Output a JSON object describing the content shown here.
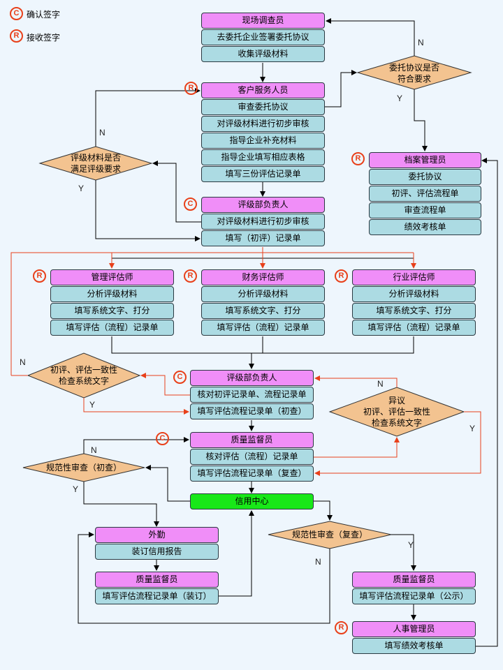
{
  "legend": [
    {
      "symbol": "C",
      "icon": "copyright-circle-icon",
      "label": "确认签字"
    },
    {
      "symbol": "R",
      "icon": "registered-circle-icon",
      "label": "接收签字"
    }
  ],
  "colors": {
    "background": "#eef6fd",
    "role_header": "#f08ef8",
    "step": "#acdbe3",
    "credit_center": "#18e818",
    "decision": "#f3c390",
    "line_black": "#000000",
    "line_red": "#e8401a"
  },
  "nodes": {
    "field_investigator": {
      "title": "现场调查员",
      "steps": [
        "去委托企业签署委托协议",
        "收集评级材料"
      ]
    },
    "customer_service": {
      "title": "客户服务人员",
      "mark": "R",
      "steps": [
        "审查委托协议",
        "对评级材料进行初步审核",
        "指导企业补充材料",
        "指导企业填写相应表格",
        "填写三份评估记录单"
      ]
    },
    "archive_manager": {
      "title": "档案管理员",
      "mark": "R",
      "steps": [
        "委托协议",
        "初评、评估流程单",
        "审查流程单",
        "绩效考核单"
      ]
    },
    "rating_head_1": {
      "title": "评级部负责人",
      "mark": "C",
      "steps": [
        "对评级材料进行初步审核",
        "填写（初评）记录单"
      ]
    },
    "mgmt_assessor": {
      "title": "管理评估师",
      "mark": "R",
      "steps": [
        "分析评级材料",
        "填写系统文字、打分",
        "填写评估（流程）记录单"
      ]
    },
    "finance_assessor": {
      "title": "财务评估师",
      "mark": "R",
      "steps": [
        "分析评级材料",
        "填写系统文字、打分",
        "填写评估（流程）记录单"
      ]
    },
    "industry_assessor": {
      "title": "行业评估师",
      "mark": "R",
      "steps": [
        "分析评级材料",
        "填写系统文字、打分",
        "填写评估（流程）记录单"
      ]
    },
    "rating_head_2": {
      "title": "评级部负责人",
      "mark": "C",
      "steps": [
        "核对初评记录单、流程记录单",
        "填写评估流程记录单（初查）"
      ]
    },
    "quality_supervisor_1": {
      "title": "质量监督员",
      "mark": "C",
      "steps": [
        "核对评估（流程）记录单",
        "填写评估流程记录单（复查）"
      ]
    },
    "credit_center": {
      "title": "信用中心"
    },
    "field_staff": {
      "title": "外勤",
      "steps": [
        "装订信用报告"
      ]
    },
    "quality_supervisor_2": {
      "title": "质量监督员",
      "steps": [
        "填写评估流程记录单（装订）"
      ]
    },
    "quality_supervisor_3": {
      "title": "质量监督员",
      "steps": [
        "填写评估流程记录单（公示）"
      ]
    },
    "hr_manager": {
      "title": "人事管理员",
      "mark": "R",
      "steps": [
        "填写绩效考核单"
      ]
    }
  },
  "decisions": {
    "agreement_ok": {
      "lines": [
        "委托协议是否",
        "符合要求"
      ],
      "yes": "Y",
      "no": "N"
    },
    "materials_ok": {
      "lines": [
        "评级材料是否",
        "满足评级要求"
      ],
      "yes": "Y",
      "no": "N"
    },
    "consistency_check": {
      "lines": [
        "初评、评估一致性",
        "检查系统文字"
      ],
      "yes": "Y",
      "no": "N"
    },
    "objection": {
      "lines": [
        "异议",
        "初评、评估一致性",
        "检查系统文字"
      ],
      "yes": "Y",
      "no": "N"
    },
    "norm_review_initial": {
      "lines": [
        "规范性审查（初查）"
      ],
      "yes": "Y",
      "no": "N"
    },
    "norm_review_recheck": {
      "lines": [
        "规范性审查（复查）"
      ],
      "yes": "Y",
      "no": "N"
    }
  }
}
